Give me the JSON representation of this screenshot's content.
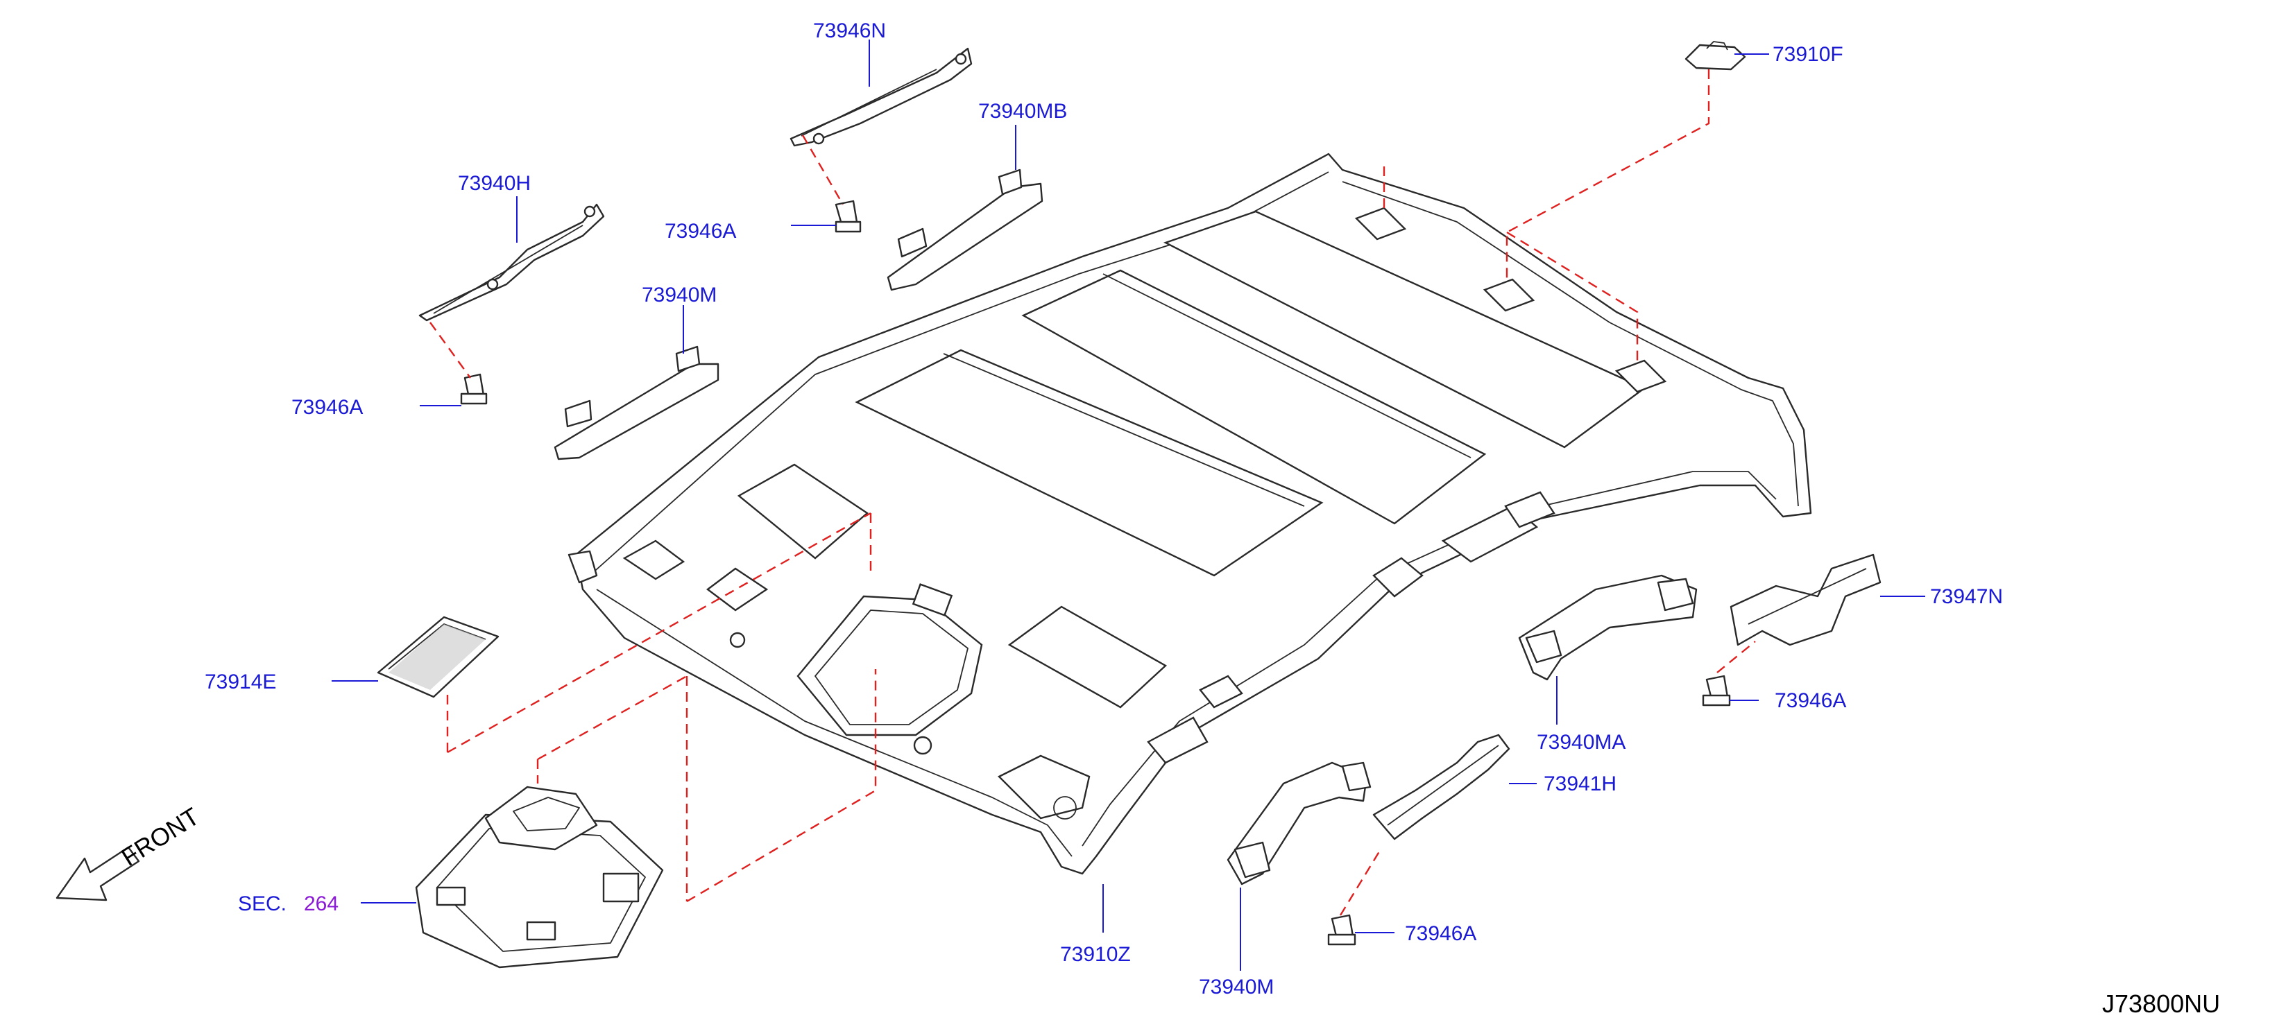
{
  "diagram_code": "J73800NU",
  "orientation": {
    "label": "FRONT"
  },
  "section_ref": {
    "prefix": "SEC.",
    "number": "264"
  },
  "callouts": [
    "73946N",
    "73910F",
    "73940MB",
    "73940H",
    "73946A",
    "73940M",
    "73946A",
    "73914E",
    "73947N",
    "73946A",
    "73940MA",
    "73941H",
    "73946A",
    "73910Z",
    "73940M"
  ],
  "colors": {
    "part_number": "#1a1ad6",
    "section_number": "#8a1ad6",
    "leader_line": "#1a1ad6",
    "assembly_dashes": "#e0201e",
    "linework": "#2a2a2a"
  }
}
